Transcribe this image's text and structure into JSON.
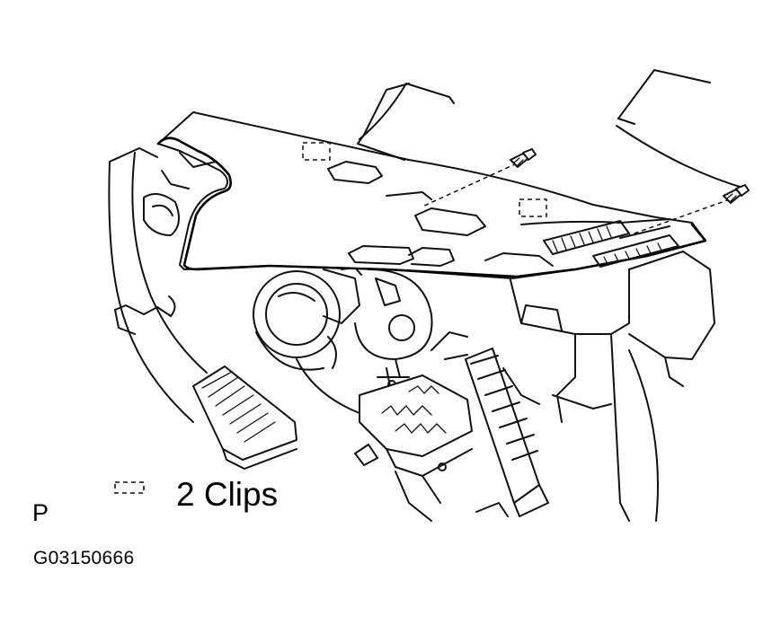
{
  "legend": {
    "symbol": "dashed-clip-box",
    "text": "2 Clips"
  },
  "view_label": "P",
  "figure_id": "G03150666"
}
